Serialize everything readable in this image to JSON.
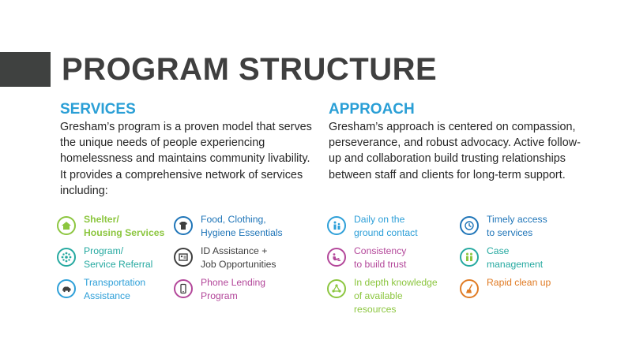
{
  "title": "PROGRAM STRUCTURE",
  "services": {
    "heading": "SERVICES",
    "body": "Gresham’s program is a proven model that serves the unique needs of people experiencing homelessness and maintains community livability. It provides a comprehensive network of services including:",
    "items": [
      {
        "label": "Shelter/\nHousing Services",
        "icon": "house-icon",
        "color": "#8cc63f"
      },
      {
        "label": "Food, Clothing,\nHygiene Essentials",
        "icon": "shirt-icon",
        "color": "#1f75b8"
      },
      {
        "label": "Program/\nService Referral",
        "icon": "network-icon",
        "color": "#25a9a0"
      },
      {
        "label": "ID Assistance +\nJob Opportunities",
        "icon": "id-card-icon",
        "color": "#3f3f3f"
      },
      {
        "label": "Transportation\nAssistance",
        "icon": "car-icon",
        "color": "#2d9fd8"
      },
      {
        "label": "Phone Lending\nProgram",
        "icon": "phone-icon",
        "color": "#b3479a"
      }
    ]
  },
  "approach": {
    "heading": "APPROACH",
    "body": "Gresham’s approach is centered on compassion, perseverance, and robust advocacy. Active follow-up and collaboration build trusting relationships between staff and clients for long-term support.",
    "items": [
      {
        "label": "Daily on the\nground contact",
        "icon": "outreach-icon",
        "color": "#2d9fd8"
      },
      {
        "label": "Timely access\nto services",
        "icon": "clock-icon",
        "color": "#1f75b8"
      },
      {
        "label": "Consistency\nto build trust",
        "icon": "handshake-icon",
        "color": "#b3479a"
      },
      {
        "label": "Case\nmanagement",
        "icon": "people-icon",
        "color": "#25a9a0"
      },
      {
        "label": "In depth knowledge\nof available\nresources",
        "icon": "connections-icon",
        "color": "#8cc63f"
      },
      {
        "label": "Rapid clean up",
        "icon": "broom-icon",
        "color": "#e07b24"
      }
    ]
  }
}
